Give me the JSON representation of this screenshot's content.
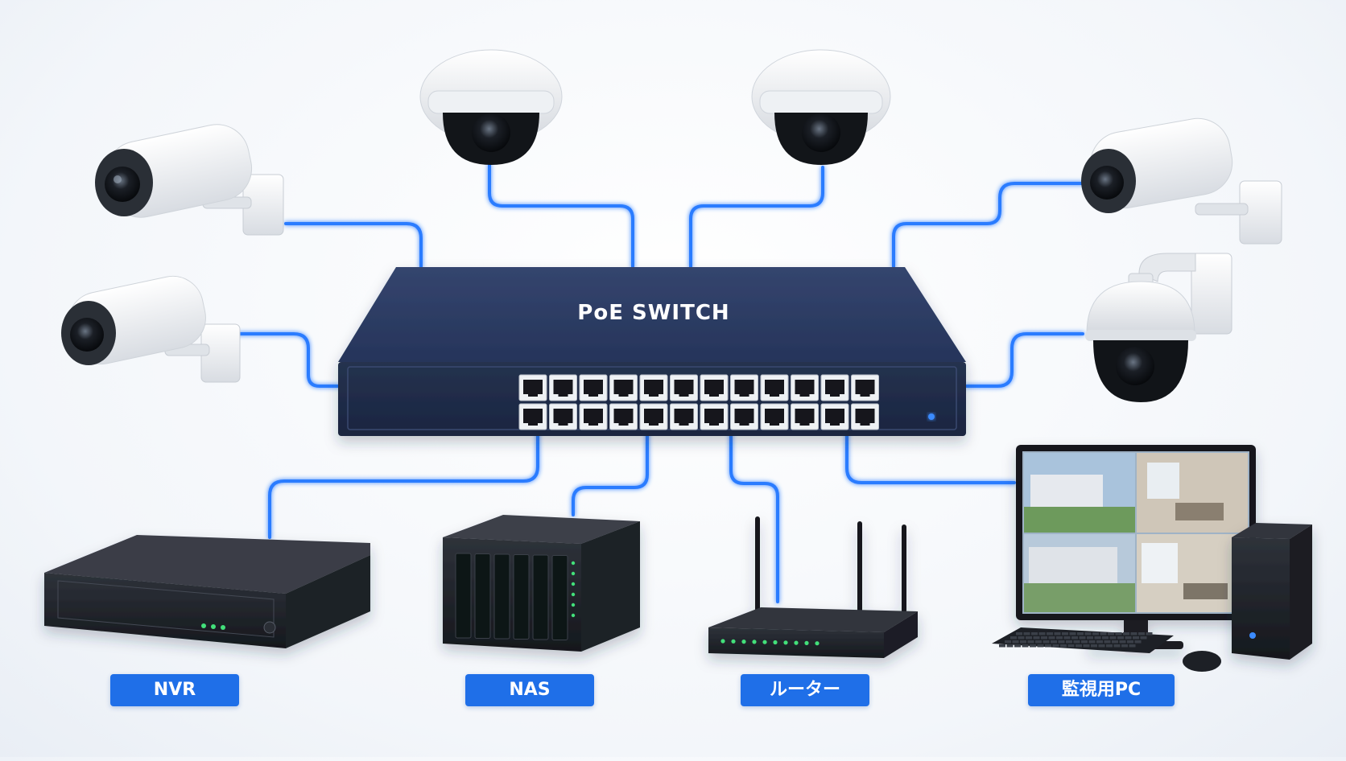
{
  "switch": {
    "title": "PoE SWITCH",
    "port_count": 24
  },
  "devices": {
    "nvr": {
      "label": "NVR"
    },
    "nas": {
      "label": "NAS"
    },
    "router": {
      "label": "ルーター"
    },
    "pc": {
      "label": "監視用PC"
    }
  },
  "colors": {
    "cable": "#2b7bff",
    "label_bg": "#1f6fe8",
    "switch_body": "#28365a"
  }
}
